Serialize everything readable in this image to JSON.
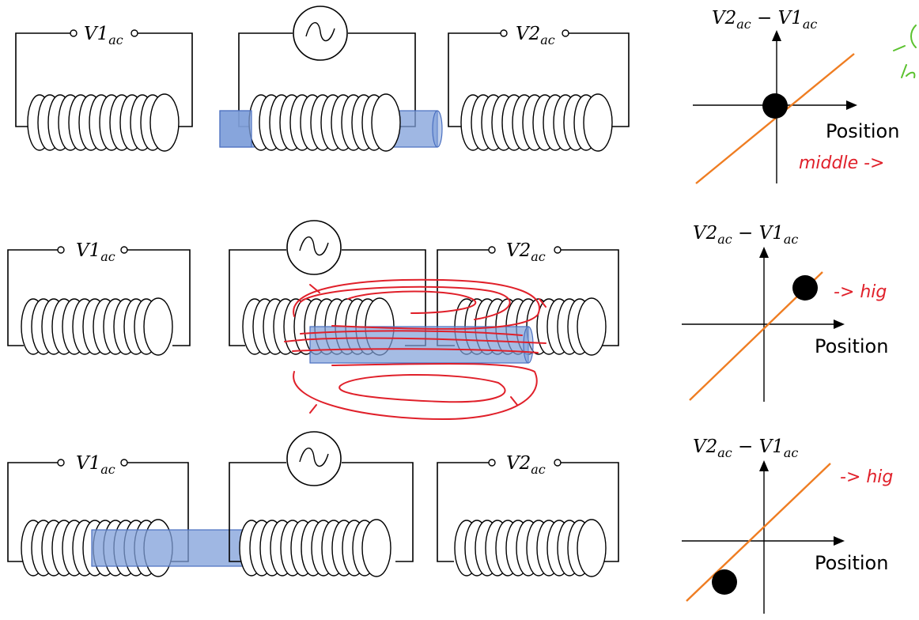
{
  "labels": {
    "v1_main": "V1",
    "v2_main": "V2",
    "sub": "ac",
    "position": "Position",
    "graph_title_a": "V2",
    "graph_title_minus": " − V1",
    "graph_title_sub": "ac"
  },
  "annotations": {
    "middle": "middle ->",
    "high_1": "-> hig",
    "high_2": "-> hig"
  },
  "rows": [
    {
      "name": "core-centered",
      "core_position": "center",
      "dot_value": 0
    },
    {
      "name": "core-shifted-right",
      "core_position": "right",
      "dot_value": 1
    },
    {
      "name": "core-shifted-left",
      "core_position": "left",
      "dot_value": -1
    }
  ],
  "colors": {
    "core": "#7f9fd9",
    "trend": "#ef7d22",
    "dot": "#000000",
    "annotation_red": "#e0202a",
    "annotation_green": "#5bc22f"
  }
}
